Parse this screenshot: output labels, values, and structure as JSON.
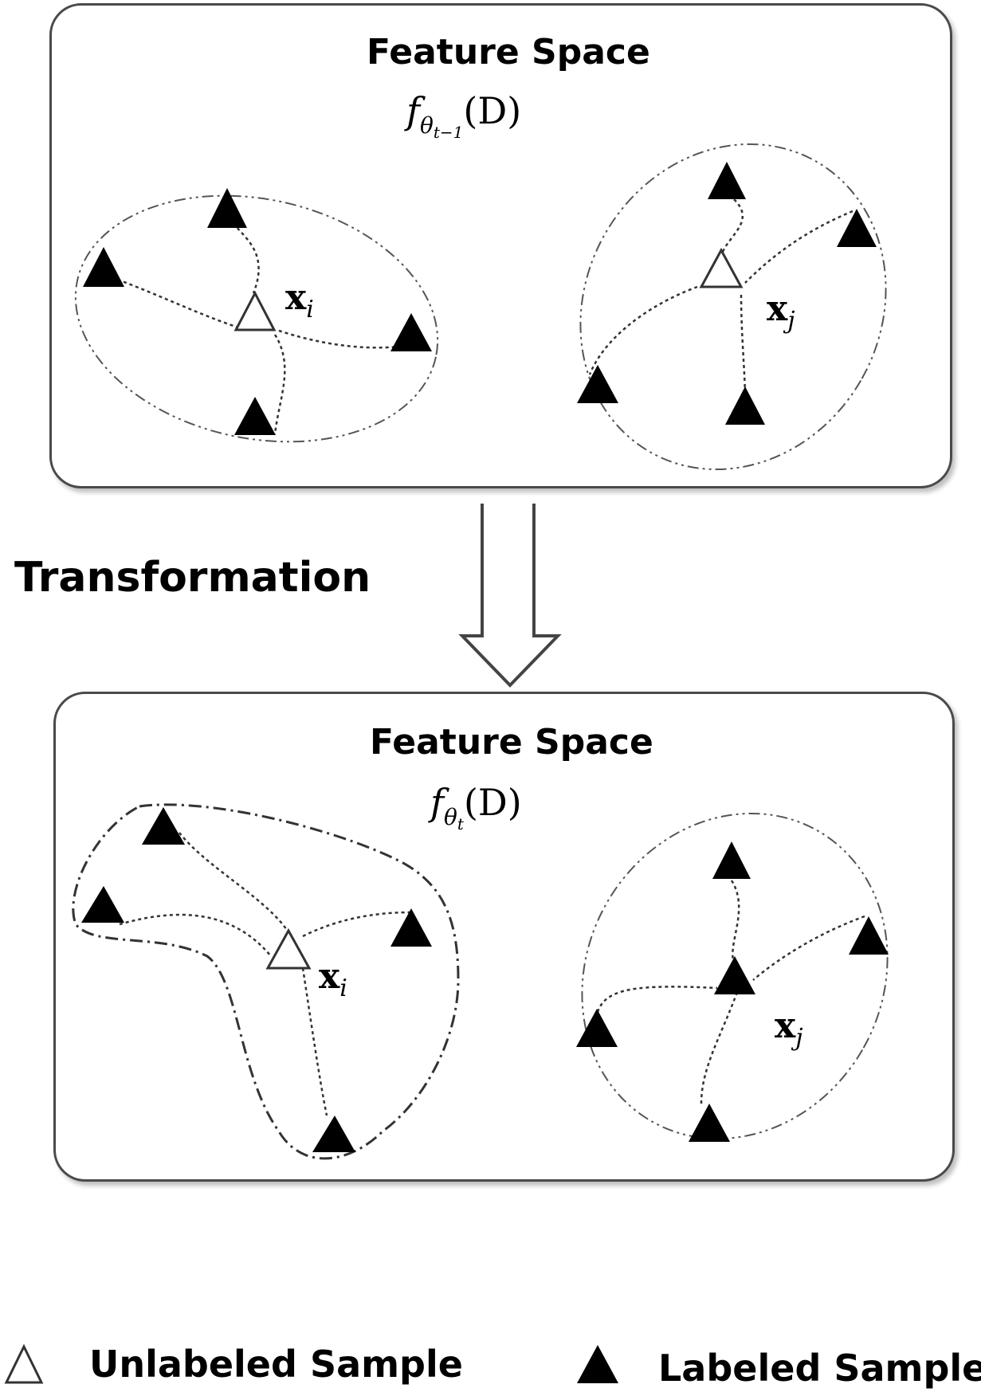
{
  "top_panel": {
    "title": "Feature Space",
    "formula_base": "f",
    "formula_sub": "θ",
    "formula_subsub": "t−1",
    "formula_arg": "(D)",
    "label_i_main": "x",
    "label_i_sub": "i",
    "label_j_main": "x",
    "label_j_sub": "j"
  },
  "transformation": {
    "label": "Transformation"
  },
  "bottom_panel": {
    "title": "Feature Space",
    "formula_base": "f",
    "formula_sub": "θ",
    "formula_subsub": "t",
    "formula_arg": "(D)",
    "label_i_main": "x",
    "label_i_sub": "i",
    "label_j_main": "x",
    "label_j_sub": "j"
  },
  "legend": {
    "unlabeled": "Unlabeled Sample",
    "labeled": "Labeled Samples"
  },
  "colors": {
    "border": "#4a4a4a",
    "marker": "#000000",
    "line": "#333333"
  }
}
